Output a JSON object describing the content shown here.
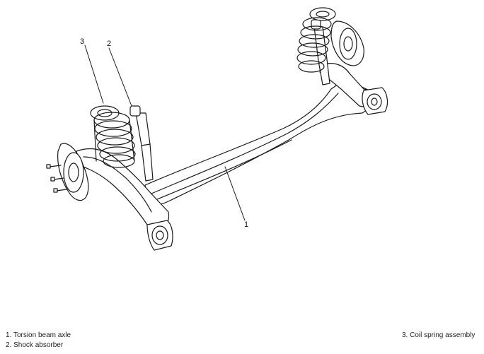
{
  "callouts": {
    "one": "1",
    "two": "2",
    "three": "3"
  },
  "legend": {
    "item_1": "1. Torsion beam axle",
    "item_2": "2. Shock absorber",
    "item_3": "3. Coil spring assembly"
  }
}
